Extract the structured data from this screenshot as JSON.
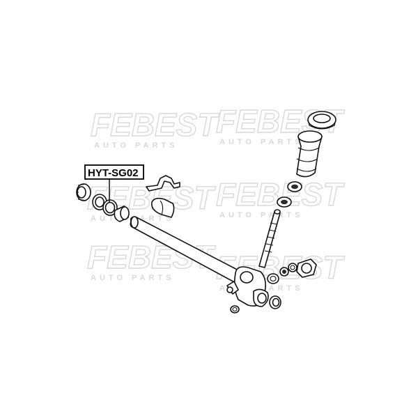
{
  "watermark": {
    "brand": "FEBEST",
    "sub": "AUTO PARTS"
  },
  "callout": {
    "part_number": "HYT-SG02"
  }
}
